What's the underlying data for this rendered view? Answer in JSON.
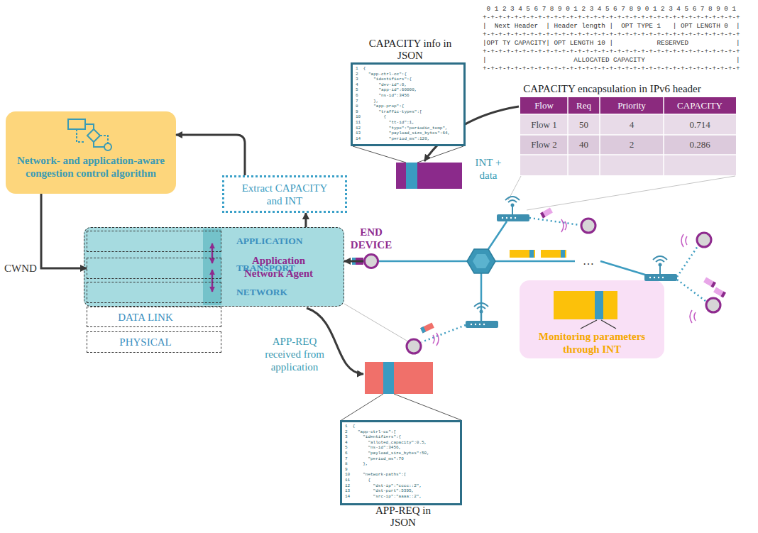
{
  "diagram": {
    "nodes": [
      {
        "text": [
          "Network- and application-aware congestion control algorithm"
        ]
      },
      {
        "text": [
          "Extract CAPACITY and INT"
        ]
      },
      {
        "text": [
          "Application Network Agent"
        ]
      },
      {
        "text": [
          "APPLICATION"
        ],
        "in": 2
      },
      {
        "text": [
          "TRANSPORT"
        ],
        "in": 2
      },
      {
        "text": [
          "NETWORK"
        ],
        "in": 2
      },
      {
        "text": [
          "DATA LINK"
        ]
      },
      {
        "text": [
          "PHYSICAL"
        ]
      },
      {
        "text": [
          "END DEVICE"
        ]
      },
      {
        "text": [
          "CAPACITY info in JSON",
          "1  {",
          "2    \"app-ctrl-cc\":{",
          "3      \"identifiers\":{",
          "4        \"dev-id\":0,",
          "5        \"app-id\":60000,",
          "6        \"ns-id\":3456",
          "7      },",
          "8      \"app-prop\":{",
          "9        \"traffic-types\":[",
          "10         {",
          "11           \"tt-id\":1,",
          "12           \"type\":\"periodic_temp\",",
          "13           \"payload_size_bytes\":64,",
          "14           \"period_ms\":120,"
        ]
      },
      {
        "text": [
          "1  {",
          "2    \"app-ctrl-cc\":[",
          "3      \"identifiers\":{",
          "4        \"alloted_capacity\":0.5,",
          "5        \"ns-id\":3456,",
          "6        \"payload_size_bytes\":50,",
          "7        \"period_ms\":70",
          "8      },",
          "9",
          "10     \"network-paths\":[",
          "11       {",
          "12         \"dst-ip\":\"cccc::2\",",
          "13         \"dst-port\":5395,",
          "14         \"src-ip\":\"aaaa::2\",",
          "APP-REQ in JSON"
        ]
      },
      {
        "text": [
          "Monitoring parameters through INT"
        ]
      }
    ],
    "edges": [
      {
        "from": 2,
        "to": 1,
        "arrow": "to"
      },
      {
        "from": 1,
        "to": 0,
        "arrow": "to"
      },
      {
        "from": 0,
        "to": 4,
        "arrow": "to",
        "label": "CWND"
      },
      {
        "from": 8,
        "to": 2,
        "arrow": "to"
      }
    ],
    "labels": [
      " 0 1 2 3 4 5 6 7 8 9 0 1 2 3 4 5 6 7 8 9 0 1 2 3 4 5 6 7 8 9 0 1",
      "+-+-+-+-+-+-+-+-+-+-+-+-+-+-+-+-+-+-+-+-+-+-+-+-+-+-+-+-+-+-+-+-+",
      "|  Next Header  | Header length |  OPT TYPE 1   | OPT LENGTH 0  |",
      "+-+-+-+-+-+-+-+-+-+-+-+-+-+-+-+-+-+-+-+-+-+-+-+-+-+-+-+-+-+-+-+-+",
      "|OPT TY CAPACITY| OPT LENGTH 10 |           RESERVED            |",
      "+-+-+-+-+-+-+-+-+-+-+-+-+-+-+-+-+-+-+-+-+-+-+-+-+-+-+-+-+-+-+-+-+",
      "|                      ALLOCATED CAPACITY                       |",
      "+-+-+-+-+-+-+-+-+-+-+-+-+-+-+-+-+-+-+-+-+-+-+-+-+-+-+-+-+-+-+-+-+",
      "CAPACITY encapsulation in IPv6 header",
      "Flow",
      "Req",
      "Priority",
      "CAPACITY",
      "Flow 1",
      "50",
      "4",
      "0.714",
      "Flow 2",
      "40",
      "2",
      "0.286",
      "INT + data",
      "APP-REQ received from application",
      "…"
    ]
  }
}
